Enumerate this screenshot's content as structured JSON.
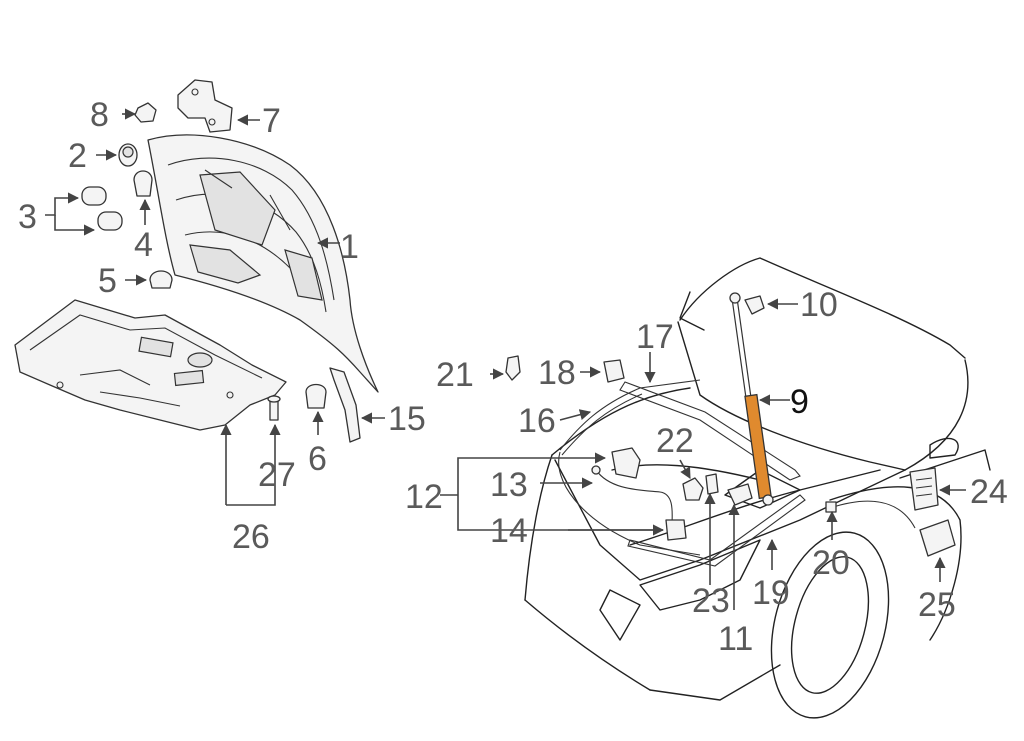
{
  "diagram": {
    "highlight_color": "#E08A2E",
    "callouts": {
      "c1": "1",
      "c2": "2",
      "c3": "3",
      "c4": "4",
      "c5": "5",
      "c6": "6",
      "c7": "7",
      "c8": "8",
      "c9": "9",
      "c10": "10",
      "c11": "11",
      "c12": "12",
      "c13": "13",
      "c14": "14",
      "c15": "15",
      "c16": "16",
      "c17": "17",
      "c18": "18",
      "c19": "19",
      "c20": "20",
      "c21": "21",
      "c22": "22",
      "c23": "23",
      "c24": "24",
      "c25": "25",
      "c26": "26",
      "c27": "27"
    }
  }
}
